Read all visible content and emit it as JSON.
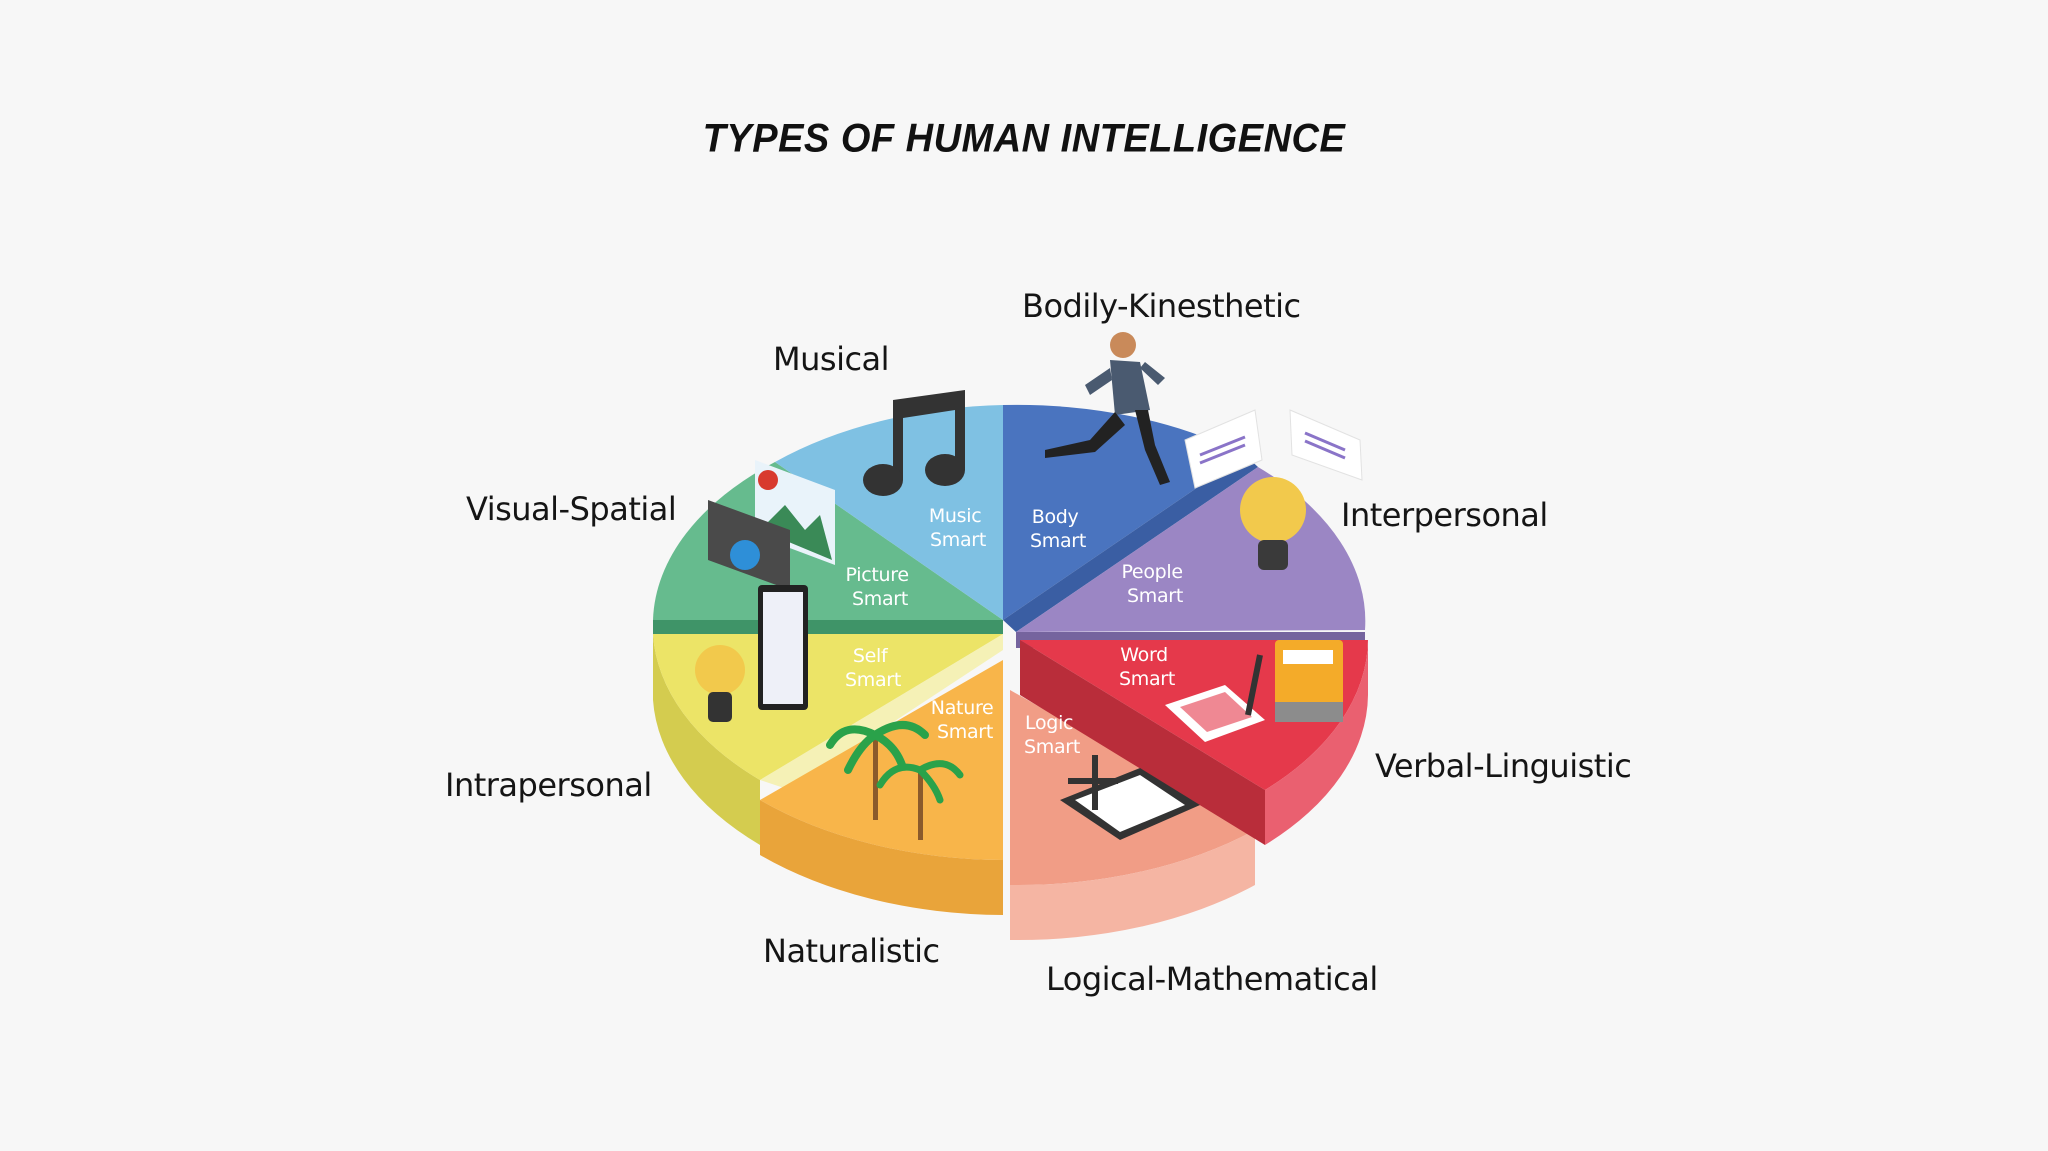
{
  "title": "TYPES OF HUMAN INTELLIGENCE",
  "colors": {
    "background": "#f7f7f7",
    "visual_spatial": "#66bb8e",
    "musical": "#7fc1e3",
    "bodily_kinesthetic": "#4a74bf",
    "interpersonal": "#9b86c4",
    "verbal_linguistic": "#e5394b",
    "logical_mathematical": "#f19d86",
    "naturalistic": "#f8b54a",
    "intrapersonal": "#ece467"
  },
  "intelligences": [
    {
      "id": "visual_spatial",
      "label": "Visual-Spatial",
      "short": [
        "Picture",
        "Smart"
      ],
      "icon": "camera-photo-icon"
    },
    {
      "id": "musical",
      "label": "Musical",
      "short": [
        "Music",
        "Smart"
      ],
      "icon": "music-note-icon"
    },
    {
      "id": "bodily_kinesthetic",
      "label": "Bodily-Kinesthetic",
      "short": [
        "Body",
        "Smart"
      ],
      "icon": "running-man-icon"
    },
    {
      "id": "interpersonal",
      "label": "Interpersonal",
      "short": [
        "People",
        "Smart"
      ],
      "icon": "chat-bubbles-lightbulb-icon"
    },
    {
      "id": "verbal_linguistic",
      "label": "Verbal-Linguistic",
      "short": [
        "Word",
        "Smart"
      ],
      "icon": "book-paper-pen-icon"
    },
    {
      "id": "logical_mathematical",
      "label": "Logical-Mathematical",
      "short": [
        "Logic",
        "Smart"
      ],
      "icon": "calculator-icon"
    },
    {
      "id": "naturalistic",
      "label": "Naturalistic",
      "short": [
        "Nature",
        "Smart"
      ],
      "icon": "palm-trees-icon"
    },
    {
      "id": "intrapersonal",
      "label": "Intrapersonal",
      "short": [
        "Self",
        "Smart"
      ],
      "icon": "lightbulb-mirror-icon"
    }
  ]
}
